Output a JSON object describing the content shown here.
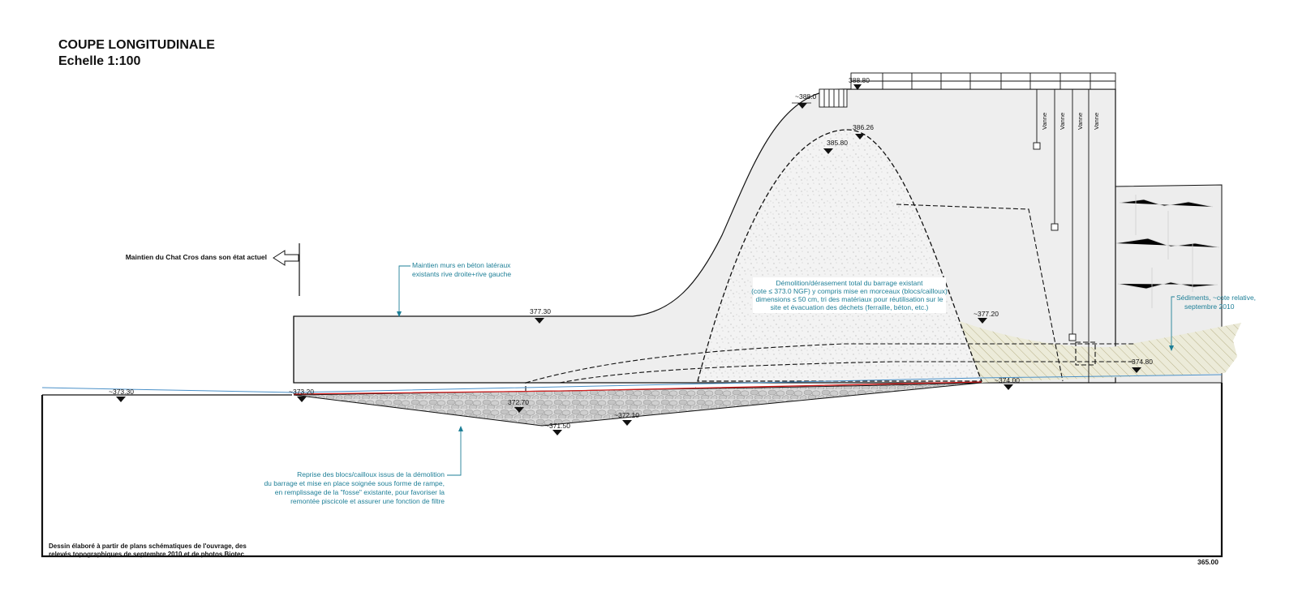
{
  "title": "COUPE LONGITUDINALE",
  "scale": "Echelle 1:100",
  "elevations": {
    "e38880": "388.80",
    "e3880": "~388.0",
    "e38626": "386.26",
    "e38580": "385.80",
    "e37730": "377.30",
    "e37720": "~377.20",
    "e37480": "~374.80",
    "e37400": "~374.00",
    "e37330": "~373.30",
    "e37320": "~373.20",
    "e37270": "372.70",
    "e37210": "~372.10",
    "e37150": "~371.50",
    "e36500": "365.00"
  },
  "labels": {
    "maintien_chat": "Maintien du Chat Cros dans son état actuel",
    "vanne": "Vanne"
  },
  "notes": {
    "murs": [
      "Maintien murs en béton latéraux",
      "existants rive droite+rive gauche"
    ],
    "demolition": [
      "Démolition/dérasement total du barrage existant",
      "(cote ≤ 373.0 NGF) y compris mise en morceaux (blocs/cailloux)",
      "dimensions ≤ 50 cm, tri des matériaux pour réutilisation sur le",
      "site et évacuation des déchets (ferraille, béton, etc.)"
    ],
    "sediments": [
      "Sédiments, ~cote relative,",
      "septembre 2010"
    ],
    "reprise": [
      "Reprise des blocs/cailloux issus de la démolition",
      "du barrage et mise en place soignée sous forme de rampe,",
      "en remplissage de la \"fosse\" existante, pour favoriser la",
      "remontée piscicole et assurer une fonction de filtre"
    ]
  },
  "footnote": [
    "Dessin élaboré à partir de plans schématiques de l'ouvrage, des",
    "relevés topographiques de septembre 2010 et de photos Biotec"
  ],
  "colors": {
    "note": "#1e7f97",
    "water": "#4a90c8",
    "riverbed": "#d42020",
    "concrete": "#eeeeee",
    "sediment": "#ecebd9"
  }
}
